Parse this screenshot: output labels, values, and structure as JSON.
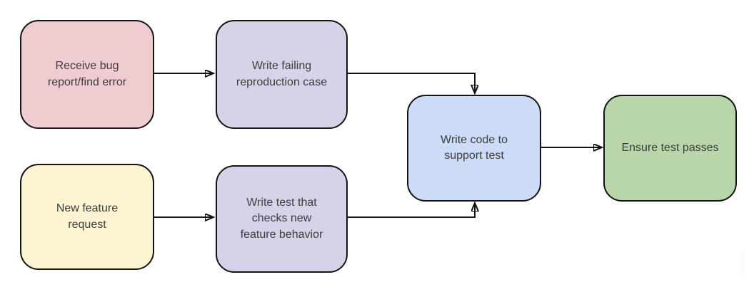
{
  "diagram": {
    "type": "flowchart",
    "border_color": "#141414",
    "arrow_color": "#111111",
    "text_color": "#3d3d3d",
    "nodes": [
      {
        "id": "receive-bug",
        "label": "Receive bug\nreport/find error",
        "fill": "#efcccf"
      },
      {
        "id": "write-failing-repro",
        "label": "Write failing\nreproduction case",
        "fill": "#d6d2e7"
      },
      {
        "id": "new-feature-request",
        "label": "New feature\nrequest",
        "fill": "#fdf3d1"
      },
      {
        "id": "write-test-checks",
        "label": "Write test that\nchecks new\nfeature behavior",
        "fill": "#d6d2e7"
      },
      {
        "id": "write-code",
        "label": "Write code to\nsupport test",
        "fill": "#ccdcf6"
      },
      {
        "id": "ensure-test-passes",
        "label": "Ensure test passes",
        "fill": "#b8d6a9"
      }
    ],
    "edges": [
      {
        "from": "receive-bug",
        "to": "write-failing-repro"
      },
      {
        "from": "write-failing-repro",
        "to": "write-code"
      },
      {
        "from": "new-feature-request",
        "to": "write-test-checks"
      },
      {
        "from": "write-test-checks",
        "to": "write-code"
      },
      {
        "from": "write-code",
        "to": "ensure-test-passes"
      }
    ]
  }
}
